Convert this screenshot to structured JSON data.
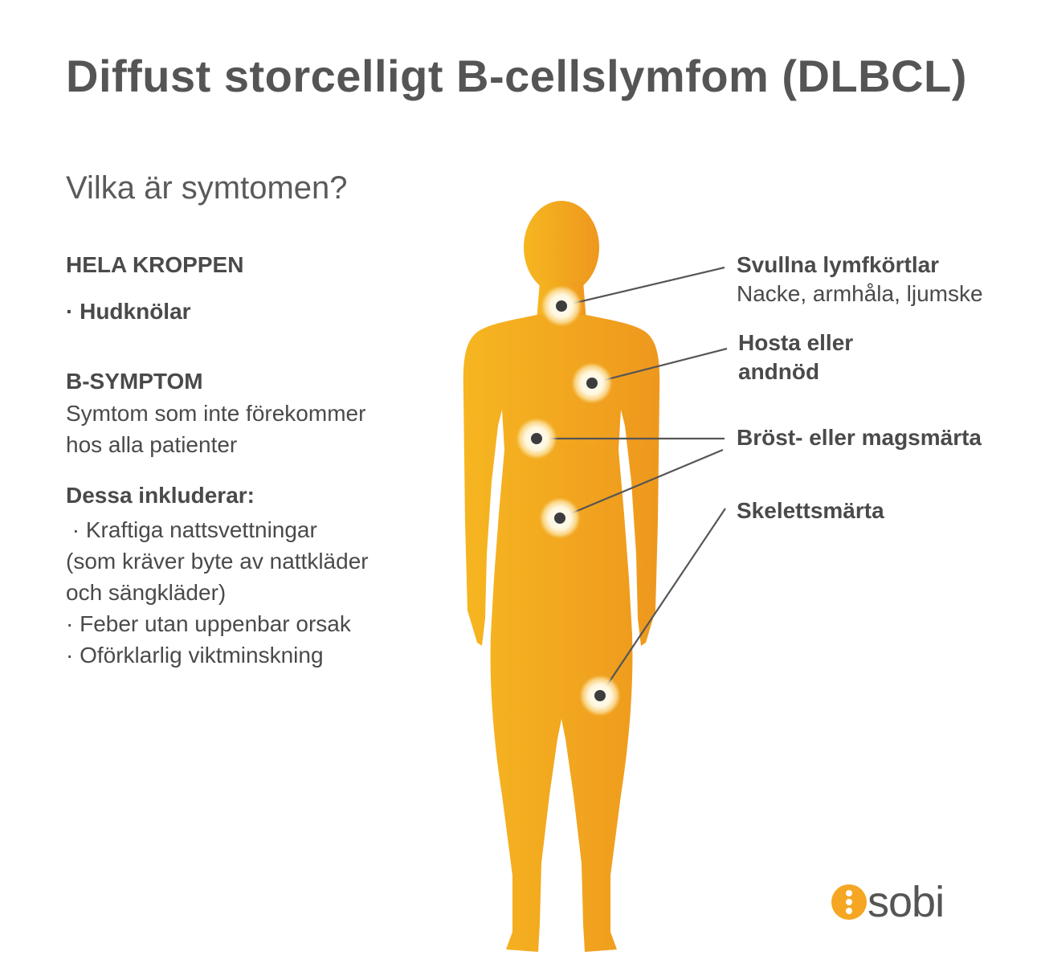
{
  "title": "Diffust storcelligt B-cellslymfom (DLBCL)",
  "subtitle": "Vilka är symtomen?",
  "whole_body": {
    "heading": "HELA KROPPEN",
    "items": [
      "· Hudknölar"
    ]
  },
  "b_symptoms": {
    "heading": "B-SYMPTOM",
    "desc_lines": [
      "Symtom som inte förekommer",
      "hos alla patienter"
    ],
    "includes_heading": "Dessa inkluderar:",
    "item_lines": [
      " · Kraftiga nattsvettningar",
      "(som kräver byte av nattkläder",
      "och sängkläder)",
      "· Feber utan uppenbar orsak",
      "· Oförklarlig viktminskning"
    ]
  },
  "callouts": [
    {
      "title": "Svullna lymfkörtlar",
      "detail": "Nacke, armhåla, ljumske"
    },
    {
      "title_lines": [
        "Hosta eller",
        "andnöd"
      ]
    },
    {
      "title": "Bröst- eller magsmärta"
    },
    {
      "title": "Skelettsmärta"
    }
  ],
  "logo": {
    "text": "sobi"
  },
  "colors": {
    "body_light": "#f6b620",
    "body_dark": "#ee9a1e",
    "text": "#4a4a4a",
    "title": "#555555",
    "logo_accent": "#f5a623"
  }
}
